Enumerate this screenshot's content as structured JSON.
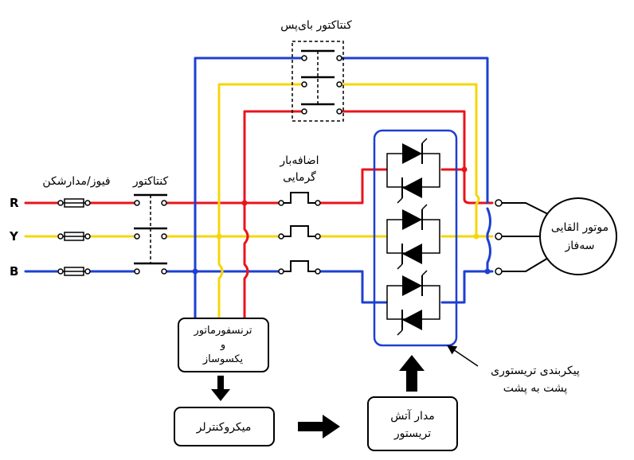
{
  "labels": {
    "bypass_contactor": "کنتاکتور بای‌پس",
    "fuse_breaker": "فیوز/مدارشکن",
    "contactor": "کنتاکتور",
    "overload_line1": "اضافه‌بار",
    "overload_line2": "گرمایی",
    "motor_line1": "موتور القایی",
    "motor_line2": "سه‌فاز",
    "transformer_line1": "ترنسفورماتور",
    "transformer_line2": "و",
    "transformer_line3": "یکسوساز",
    "microcontroller": "میکروکنترلر",
    "firing_line1": "مدار آتش",
    "firing_line2": "تریستور",
    "thyristor_config_line1": "پیکربندی تریستوری",
    "thyristor_config_line2": "پشت به پشت"
  },
  "phases": [
    {
      "name": "R",
      "color": "#e8141c"
    },
    {
      "name": "Y",
      "color": "#f5d60a"
    },
    {
      "name": "B",
      "color": "#1e3fd0"
    }
  ],
  "colors": {
    "thyristor_box": "#1e3fd0",
    "ink": "#000000"
  }
}
